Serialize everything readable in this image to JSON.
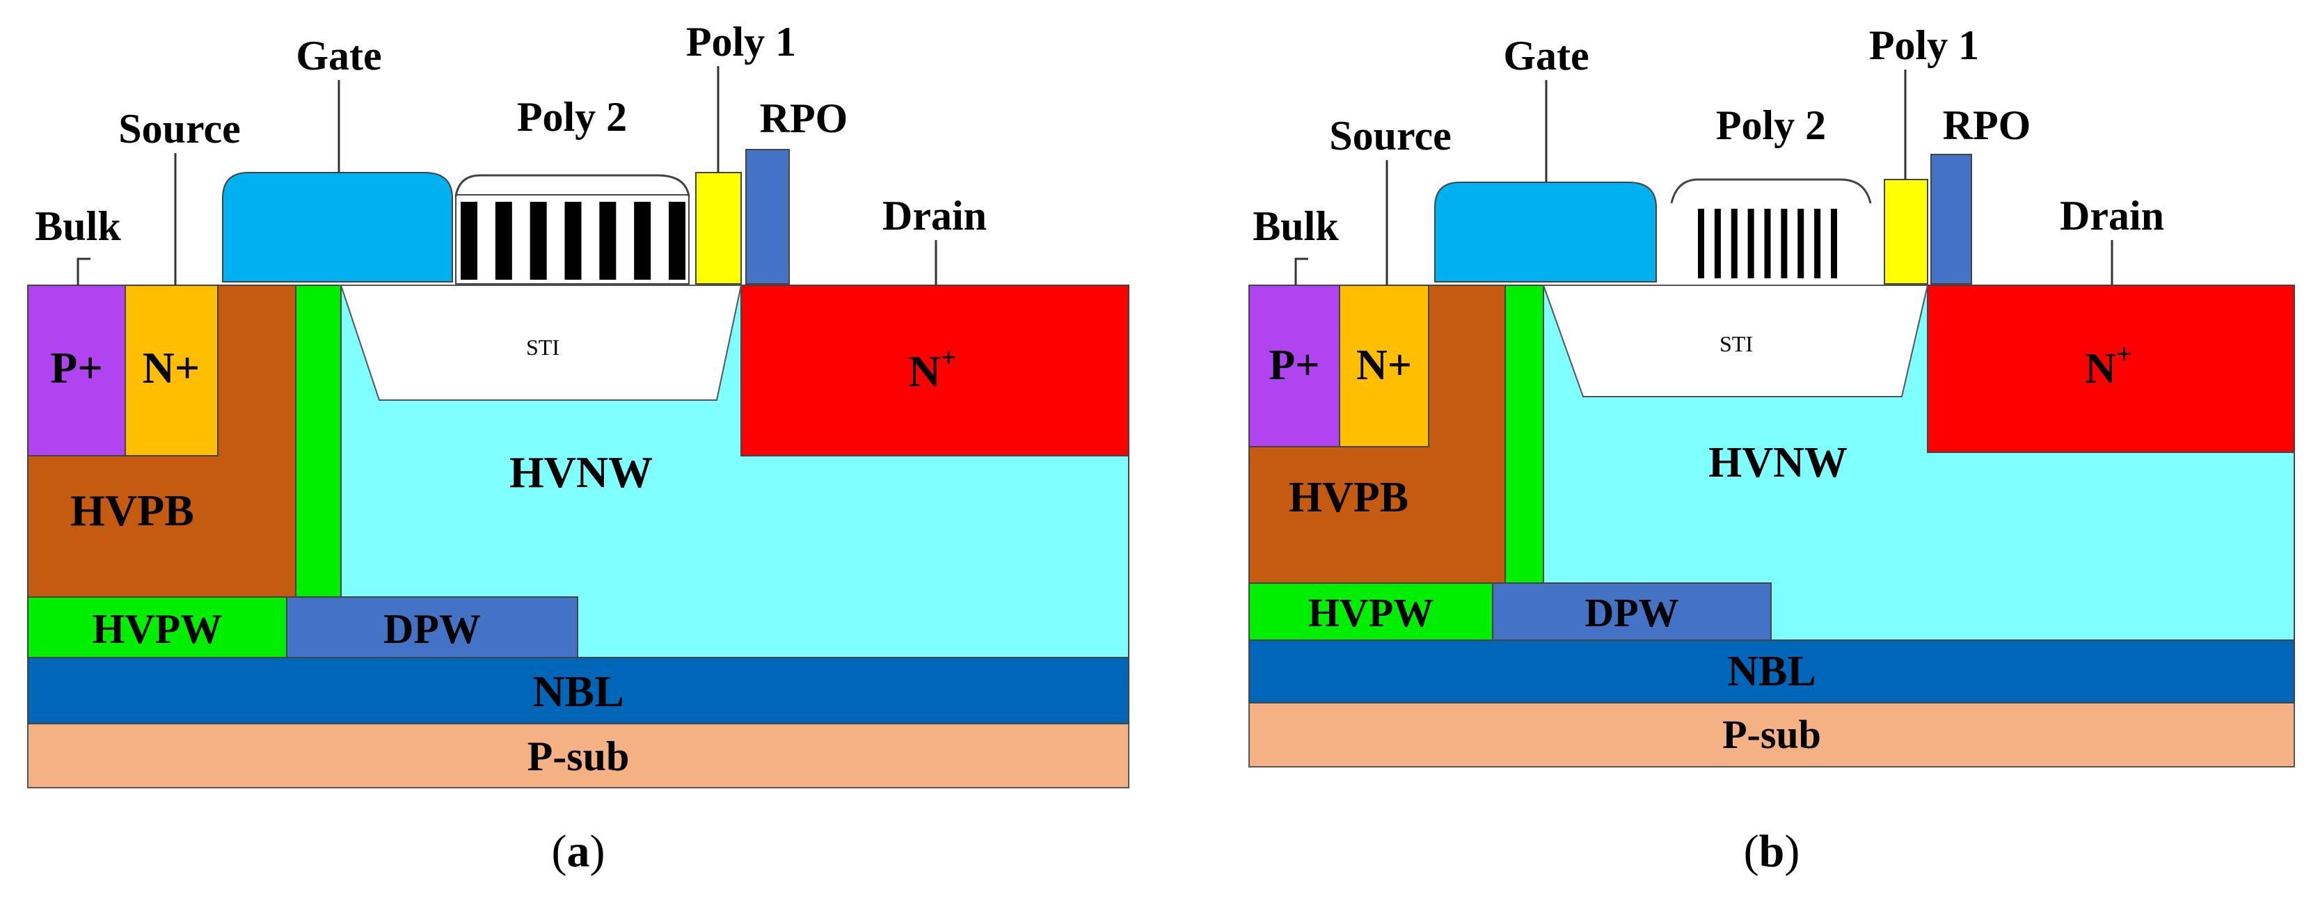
{
  "labels": {
    "gate": "Gate",
    "source": "Source",
    "bulk": "Bulk",
    "drain": "Drain",
    "poly1": "Poly 1",
    "poly2": "Poly 2",
    "rpo": "RPO",
    "p_plus": "P+",
    "n_plus": "N+",
    "n_sup": "N",
    "n_sup_plus": "+",
    "sti": "STI",
    "hvnw": "HVNW",
    "hvpb": "HVPB",
    "hvpw": "HVPW",
    "dpw": "DPW",
    "nbl": "NBL",
    "psub": "P-sub"
  },
  "panels": [
    {
      "caption_open": "(",
      "caption_letter": "a",
      "caption_close": ")",
      "poly2_stripes": 7
    },
    {
      "caption_open": "(",
      "caption_letter": "b",
      "caption_close": ")",
      "poly2_stripes": 9
    }
  ],
  "colors": {
    "p_plus": "#b044f0",
    "n_plus": "#ffbe00",
    "hvpb": "#c55a11",
    "green": "#00ee00",
    "hvnw": "#7fffff",
    "dpw": "#4472c4",
    "nbl": "#0066b8",
    "psub": "#f4b183",
    "gate": "#00b0f0",
    "poly1": "#ffff00",
    "rpo": "#4472c4",
    "drain_n": "#ff0000",
    "sti": "#ffffff",
    "stripe": "#000000"
  }
}
